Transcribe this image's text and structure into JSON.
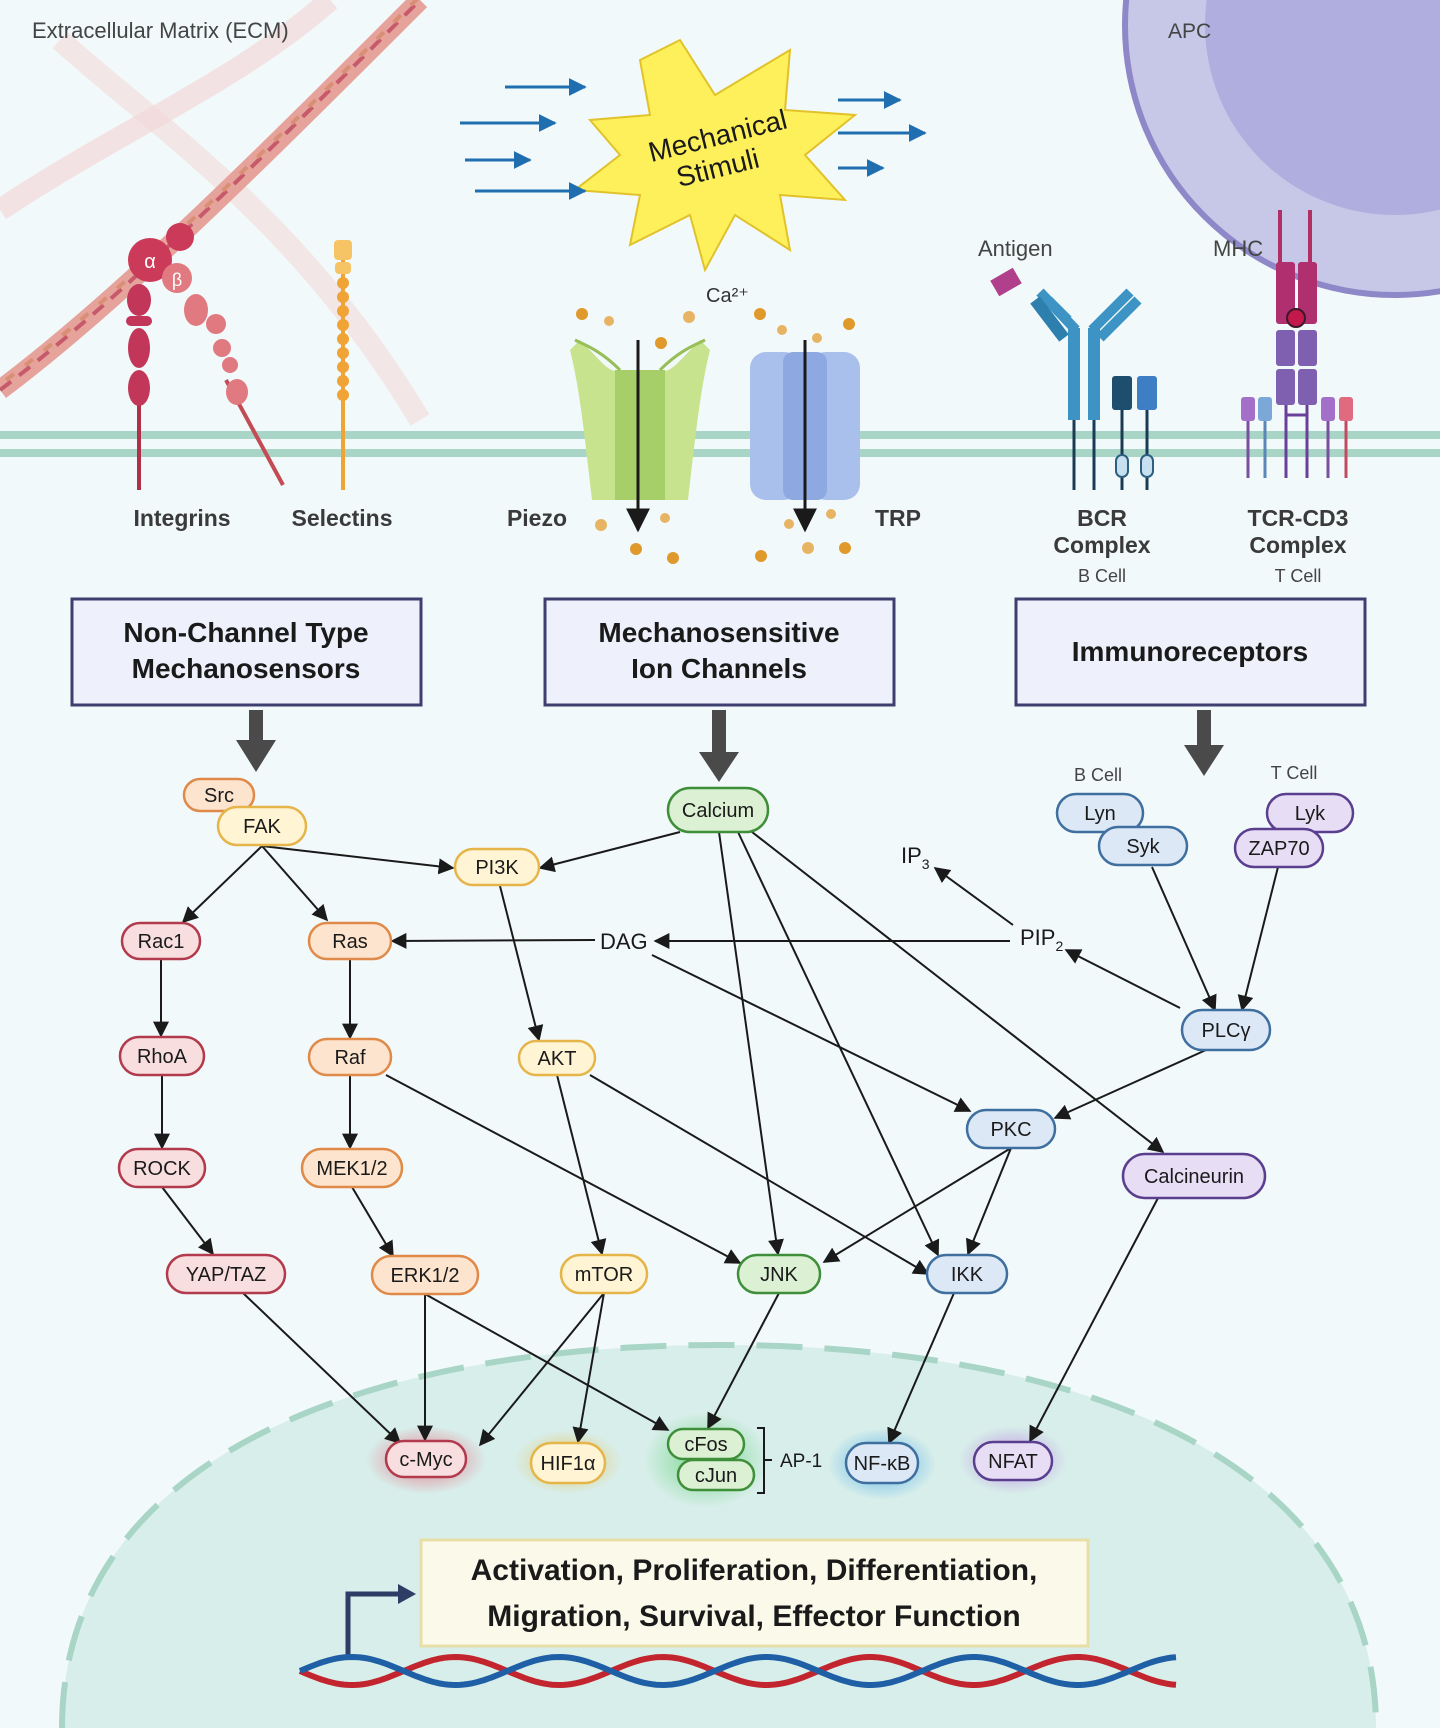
{
  "regions": {
    "ecm": "Extracellular Matrix (ECM)",
    "apc": "APC",
    "stimulus_line1": "Mechanical",
    "stimulus_line2": "Stimuli",
    "calcium_ion": "Ca²⁺",
    "antigen": "Antigen",
    "mhc": "MHC"
  },
  "receptors": {
    "integrins": "Integrins",
    "selectins": "Selectins",
    "piezo": "Piezo",
    "trp": "TRP",
    "bcr_line1": "BCR",
    "bcr_line2": "Complex",
    "bcr_cell": "B Cell",
    "tcr_line1": "TCR-CD3",
    "tcr_line2": "Complex",
    "tcr_cell": "T Cell",
    "alpha": "α",
    "beta": "β"
  },
  "categories": {
    "non_channel_line1": "Non-Channel Type",
    "non_channel_line2": "Mechanosensors",
    "ion_line1": "Mechanosensitive",
    "ion_line2": "Ion Channels",
    "immuno": "Immunoreceptors",
    "b_cell": "B Cell",
    "t_cell": "T Cell"
  },
  "nodes": {
    "src": "Src",
    "fak": "FAK",
    "pi3k": "PI3K",
    "calcium": "Calcium",
    "lyn": "Lyn",
    "syk": "Syk",
    "lyk": "Lyk",
    "zap70": "ZAP70",
    "rac1": "Rac1",
    "ras": "Ras",
    "rhoa": "RhoA",
    "raf": "Raf",
    "akt": "AKT",
    "rock": "ROCK",
    "mek": "MEK1/2",
    "yaptaz": "YAP/TAZ",
    "erk": "ERK1/2",
    "mtor": "mTOR",
    "jnk": "JNK",
    "ikk": "IKK",
    "pkc": "PKC",
    "calcineurin": "Calcineurin",
    "plcg": "PLCγ"
  },
  "messengers": {
    "ip3": "IP3",
    "pip2": "PIP2",
    "dag": "DAG"
  },
  "factors": {
    "cmyc": "c-Myc",
    "hif1a": "HIF1α",
    "cfos": "cFos",
    "cjun": "cJun",
    "ap1": "AP-1",
    "nfkb": "NF-κB",
    "nfat": "NFAT"
  },
  "outcome": {
    "line1": "Activation, Proliferation, Differentiation,",
    "line2": "Migration, Survival, Effector Function"
  },
  "colors": {
    "red": "#f9dedf",
    "red_stroke": "#b13a4c",
    "orange": "#fde4cf",
    "orange_stroke": "#e08a4a",
    "yellow": "#fff4d4",
    "yellow_stroke": "#e6b54a",
    "green": "#dcf0d4",
    "green_stroke": "#3f8f3a",
    "blue": "#dce8f6",
    "blue_stroke": "#3f6f9f",
    "purple": "#e7def6",
    "purple_stroke": "#5a3f8f"
  }
}
